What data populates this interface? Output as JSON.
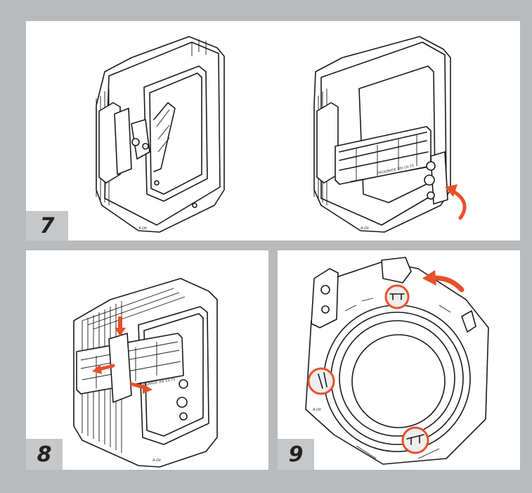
{
  "steps": [
    {
      "number": "7"
    },
    {
      "number": "8"
    },
    {
      "number": "9"
    }
  ],
  "colors": {
    "background": "#b9babc",
    "panel": "#ffffff",
    "badge": "#c6c7c9",
    "accent": "#e8502a"
  },
  "icons": {
    "rotate_arrow": "curved-arrow-icon",
    "slide_arrow": "arrow-icon",
    "highlight": "circle-highlight-icon"
  }
}
